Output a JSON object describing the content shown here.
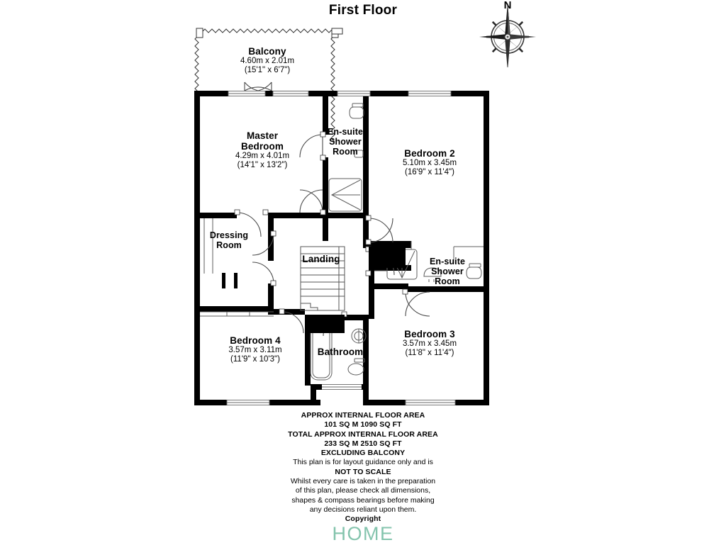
{
  "title": "First Floor",
  "compass": {
    "north_label": "N",
    "icon": "compass-rose-icon"
  },
  "balcony": {
    "name": "Balcony",
    "dim_metric": "4.60m x 2.01m",
    "dim_imperial": "(15'1\" x 6'7\")"
  },
  "rooms": [
    {
      "key": "master_bedroom",
      "name_line1": "Master",
      "name_line2": "Bedroom",
      "dim_metric": "4.29m x 4.01m",
      "dim_imperial": "(14'1\" x 13'2\")"
    },
    {
      "key": "ensuite_shower_room_1",
      "name_line1": "En-suite",
      "name_line2": "Shower",
      "name_line3": "Room",
      "dim_metric": "",
      "dim_imperial": ""
    },
    {
      "key": "bedroom_2",
      "name_line1": "Bedroom 2",
      "dim_metric": "5.10m x 3.45m",
      "dim_imperial": "(16'9\" x 11'4\")"
    },
    {
      "key": "dressing_room",
      "name_line1": "Dressing",
      "name_line2": "Room",
      "dim_metric": "",
      "dim_imperial": ""
    },
    {
      "key": "landing",
      "name_line1": "Landing",
      "dim_metric": "",
      "dim_imperial": ""
    },
    {
      "key": "ensuite_shower_room_2",
      "name_line1": "En-suite",
      "name_line2": "Shower",
      "name_line3": "Room",
      "dim_metric": "",
      "dim_imperial": ""
    },
    {
      "key": "bedroom_4",
      "name_line1": "Bedroom 4",
      "dim_metric": "3.57m x 3.11m",
      "dim_imperial": "(11'9\" x 10'3\")"
    },
    {
      "key": "bathroom",
      "name_line1": "Bathroom",
      "dim_metric": "",
      "dim_imperial": ""
    },
    {
      "key": "bedroom_3",
      "name_line1": "Bedroom 3",
      "dim_metric": "3.57m x 3.45m",
      "dim_imperial": "(11'8\" x 11'4\")"
    }
  ],
  "footer": {
    "lines": [
      {
        "text": "APPROX INTERNAL FLOOR AREA",
        "bold": true
      },
      {
        "text": "101 SQ M 1090 SQ FT",
        "bold": true
      },
      {
        "text": "TOTAL APPROX INTERNAL FLOOR AREA",
        "bold": true
      },
      {
        "text": "233 SQ M 2510 SQ FT",
        "bold": true
      },
      {
        "text": "EXCLUDING BALCONY",
        "bold": true
      },
      {
        "text": "This plan is for layout guidance only and is",
        "bold": false
      },
      {
        "text": "NOT TO SCALE",
        "bold": true
      },
      {
        "text": "Whilst every care is taken in the preparation",
        "bold": false
      },
      {
        "text": "of this plan, please check all dimensions,",
        "bold": false
      },
      {
        "text": "shapes & compass bearings before making",
        "bold": false
      },
      {
        "text": "any decisions reliant upon them.",
        "bold": false
      },
      {
        "text": "Copyright",
        "bold": true
      }
    ]
  },
  "brand": {
    "text": "HOME",
    "color": "#84c4ad"
  },
  "colors": {
    "wall": "#000000",
    "background": "#ffffff",
    "fixture_stroke": "#595959",
    "brand": "#84c4ad"
  }
}
